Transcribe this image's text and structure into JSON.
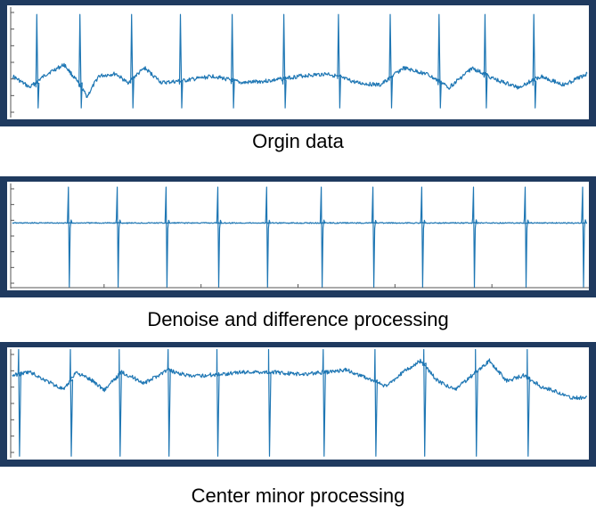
{
  "colors": {
    "frame": "#1f3a5f",
    "signal": "#1f77b4",
    "axis": "#555555",
    "background": "#ffffff"
  },
  "captions": {
    "panel1": "Orgin data",
    "panel2": "Denoise and difference processing",
    "panel3": "Center minor processing"
  },
  "chart_data": [
    {
      "type": "line",
      "title": "Orgin data",
      "xlabel": "",
      "ylabel": "",
      "grid": false,
      "beats": [
        0.04,
        0.115,
        0.205,
        0.29,
        0.38,
        0.47,
        0.565,
        0.655,
        0.74,
        0.82,
        0.905
      ],
      "baseline": [
        [
          0.0,
          0.62
        ],
        [
          0.03,
          0.72
        ],
        [
          0.06,
          0.6
        ],
        [
          0.09,
          0.52
        ],
        [
          0.11,
          0.65
        ],
        [
          0.13,
          0.8
        ],
        [
          0.15,
          0.62
        ],
        [
          0.18,
          0.6
        ],
        [
          0.2,
          0.68
        ],
        [
          0.23,
          0.55
        ],
        [
          0.26,
          0.68
        ],
        [
          0.3,
          0.66
        ],
        [
          0.35,
          0.62
        ],
        [
          0.4,
          0.68
        ],
        [
          0.45,
          0.66
        ],
        [
          0.5,
          0.62
        ],
        [
          0.55,
          0.6
        ],
        [
          0.6,
          0.68
        ],
        [
          0.64,
          0.7
        ],
        [
          0.68,
          0.55
        ],
        [
          0.72,
          0.6
        ],
        [
          0.76,
          0.72
        ],
        [
          0.8,
          0.55
        ],
        [
          0.84,
          0.65
        ],
        [
          0.88,
          0.72
        ],
        [
          0.92,
          0.62
        ],
        [
          0.96,
          0.7
        ],
        [
          1.0,
          0.6
        ]
      ],
      "r_peak": 0.08,
      "s_trough": 0.9
    },
    {
      "type": "line",
      "title": "Denoise and difference processing",
      "xlabel": "",
      "ylabel": "",
      "grid": false,
      "beats": [
        0.095,
        0.18,
        0.265,
        0.355,
        0.44,
        0.535,
        0.625,
        0.71,
        0.8,
        0.89,
        0.99
      ],
      "baseline": [
        [
          0.0,
          0.38
        ],
        [
          1.0,
          0.38
        ]
      ],
      "r_peak": 0.05,
      "s_trough": 0.97
    },
    {
      "type": "line",
      "title": "Center minor processing",
      "xlabel": "",
      "ylabel": "",
      "grid": false,
      "beats": [
        0.01,
        0.1,
        0.185,
        0.27,
        0.355,
        0.445,
        0.54,
        0.63,
        0.715,
        0.805,
        0.895
      ],
      "baseline": [
        [
          0.0,
          0.25
        ],
        [
          0.03,
          0.22
        ],
        [
          0.06,
          0.3
        ],
        [
          0.09,
          0.38
        ],
        [
          0.11,
          0.22
        ],
        [
          0.14,
          0.3
        ],
        [
          0.16,
          0.38
        ],
        [
          0.19,
          0.22
        ],
        [
          0.23,
          0.32
        ],
        [
          0.27,
          0.2
        ],
        [
          0.31,
          0.26
        ],
        [
          0.36,
          0.24
        ],
        [
          0.4,
          0.22
        ],
        [
          0.45,
          0.22
        ],
        [
          0.5,
          0.24
        ],
        [
          0.55,
          0.22
        ],
        [
          0.58,
          0.2
        ],
        [
          0.62,
          0.28
        ],
        [
          0.65,
          0.35
        ],
        [
          0.68,
          0.22
        ],
        [
          0.71,
          0.12
        ],
        [
          0.74,
          0.3
        ],
        [
          0.77,
          0.38
        ],
        [
          0.8,
          0.25
        ],
        [
          0.83,
          0.12
        ],
        [
          0.86,
          0.3
        ],
        [
          0.89,
          0.25
        ],
        [
          0.92,
          0.35
        ],
        [
          0.95,
          0.4
        ],
        [
          0.97,
          0.45
        ]
      ],
      "r_peak": 0.02,
      "s_trough": 0.97
    }
  ]
}
